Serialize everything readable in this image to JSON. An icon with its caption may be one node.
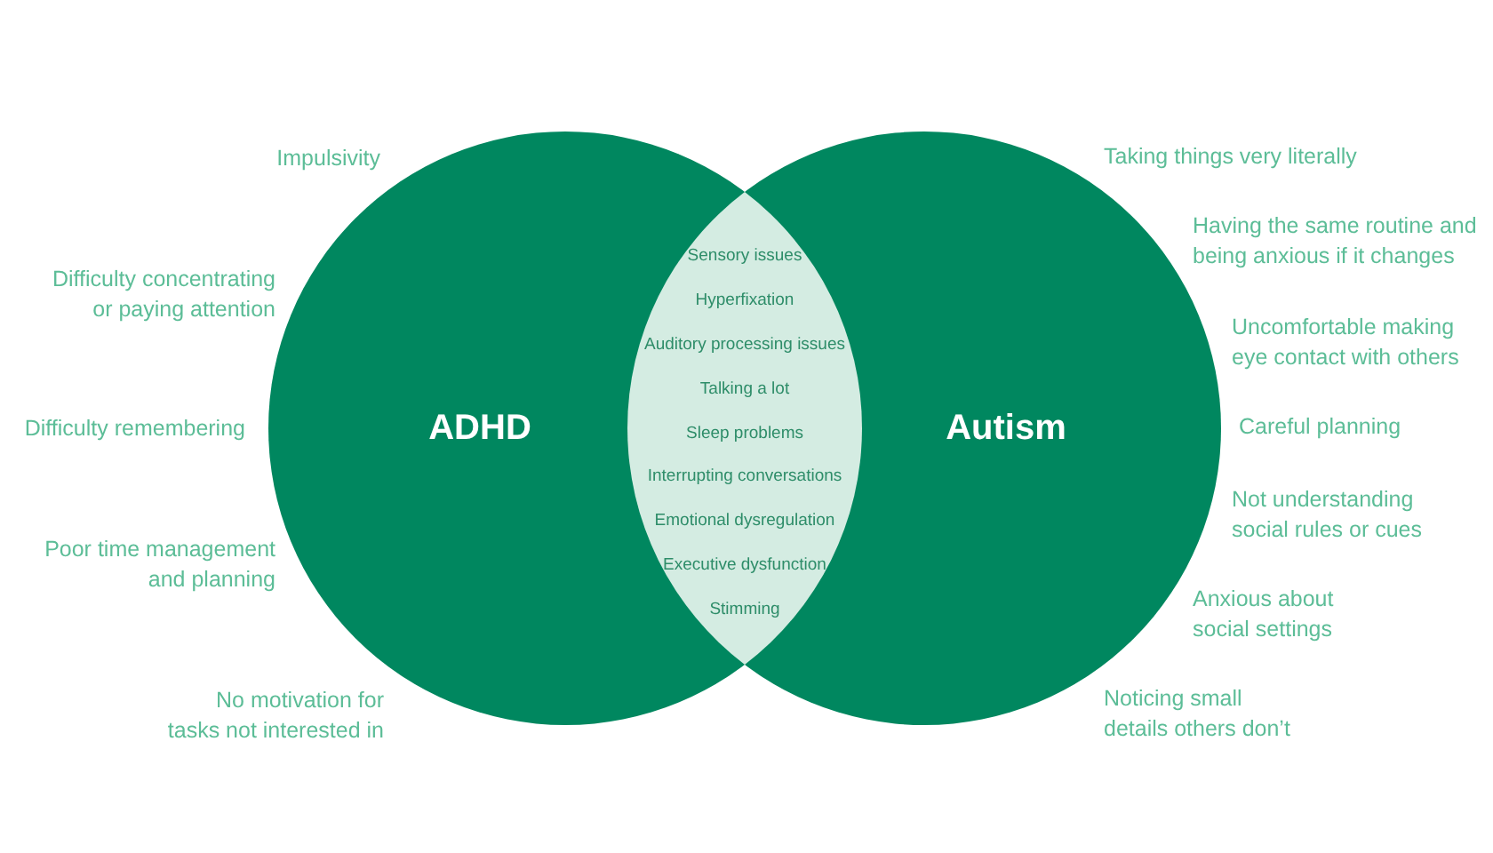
{
  "diagram": {
    "nodes": [
      {
        "text": [
          "ADHD"
        ],
        "beside": [
          "Impulsivity",
          "Difficulty concentrating or paying attention",
          "Difficulty remembering",
          "Poor time management and planning",
          "No motivation for tasks not interested in"
        ]
      },
      {
        "text": [
          "Sensory issues",
          "Hyperfixation",
          "Auditory processing issues",
          "Talking a lot",
          "Sleep problems",
          "Interrupting conversations",
          "Emotional dysregulation",
          "Executive dysfunction",
          "Stimming"
        ]
      },
      {
        "text": [
          "Autism"
        ],
        "beside": [
          "Taking things very literally",
          "Having the same routine and being anxious if it changes",
          "Uncomfortable making eye contact with others",
          "Careful planning",
          "Not understanding social rules or cues",
          "Anxious about social settings",
          "Noticing small details others don’t"
        ]
      }
    ]
  }
}
